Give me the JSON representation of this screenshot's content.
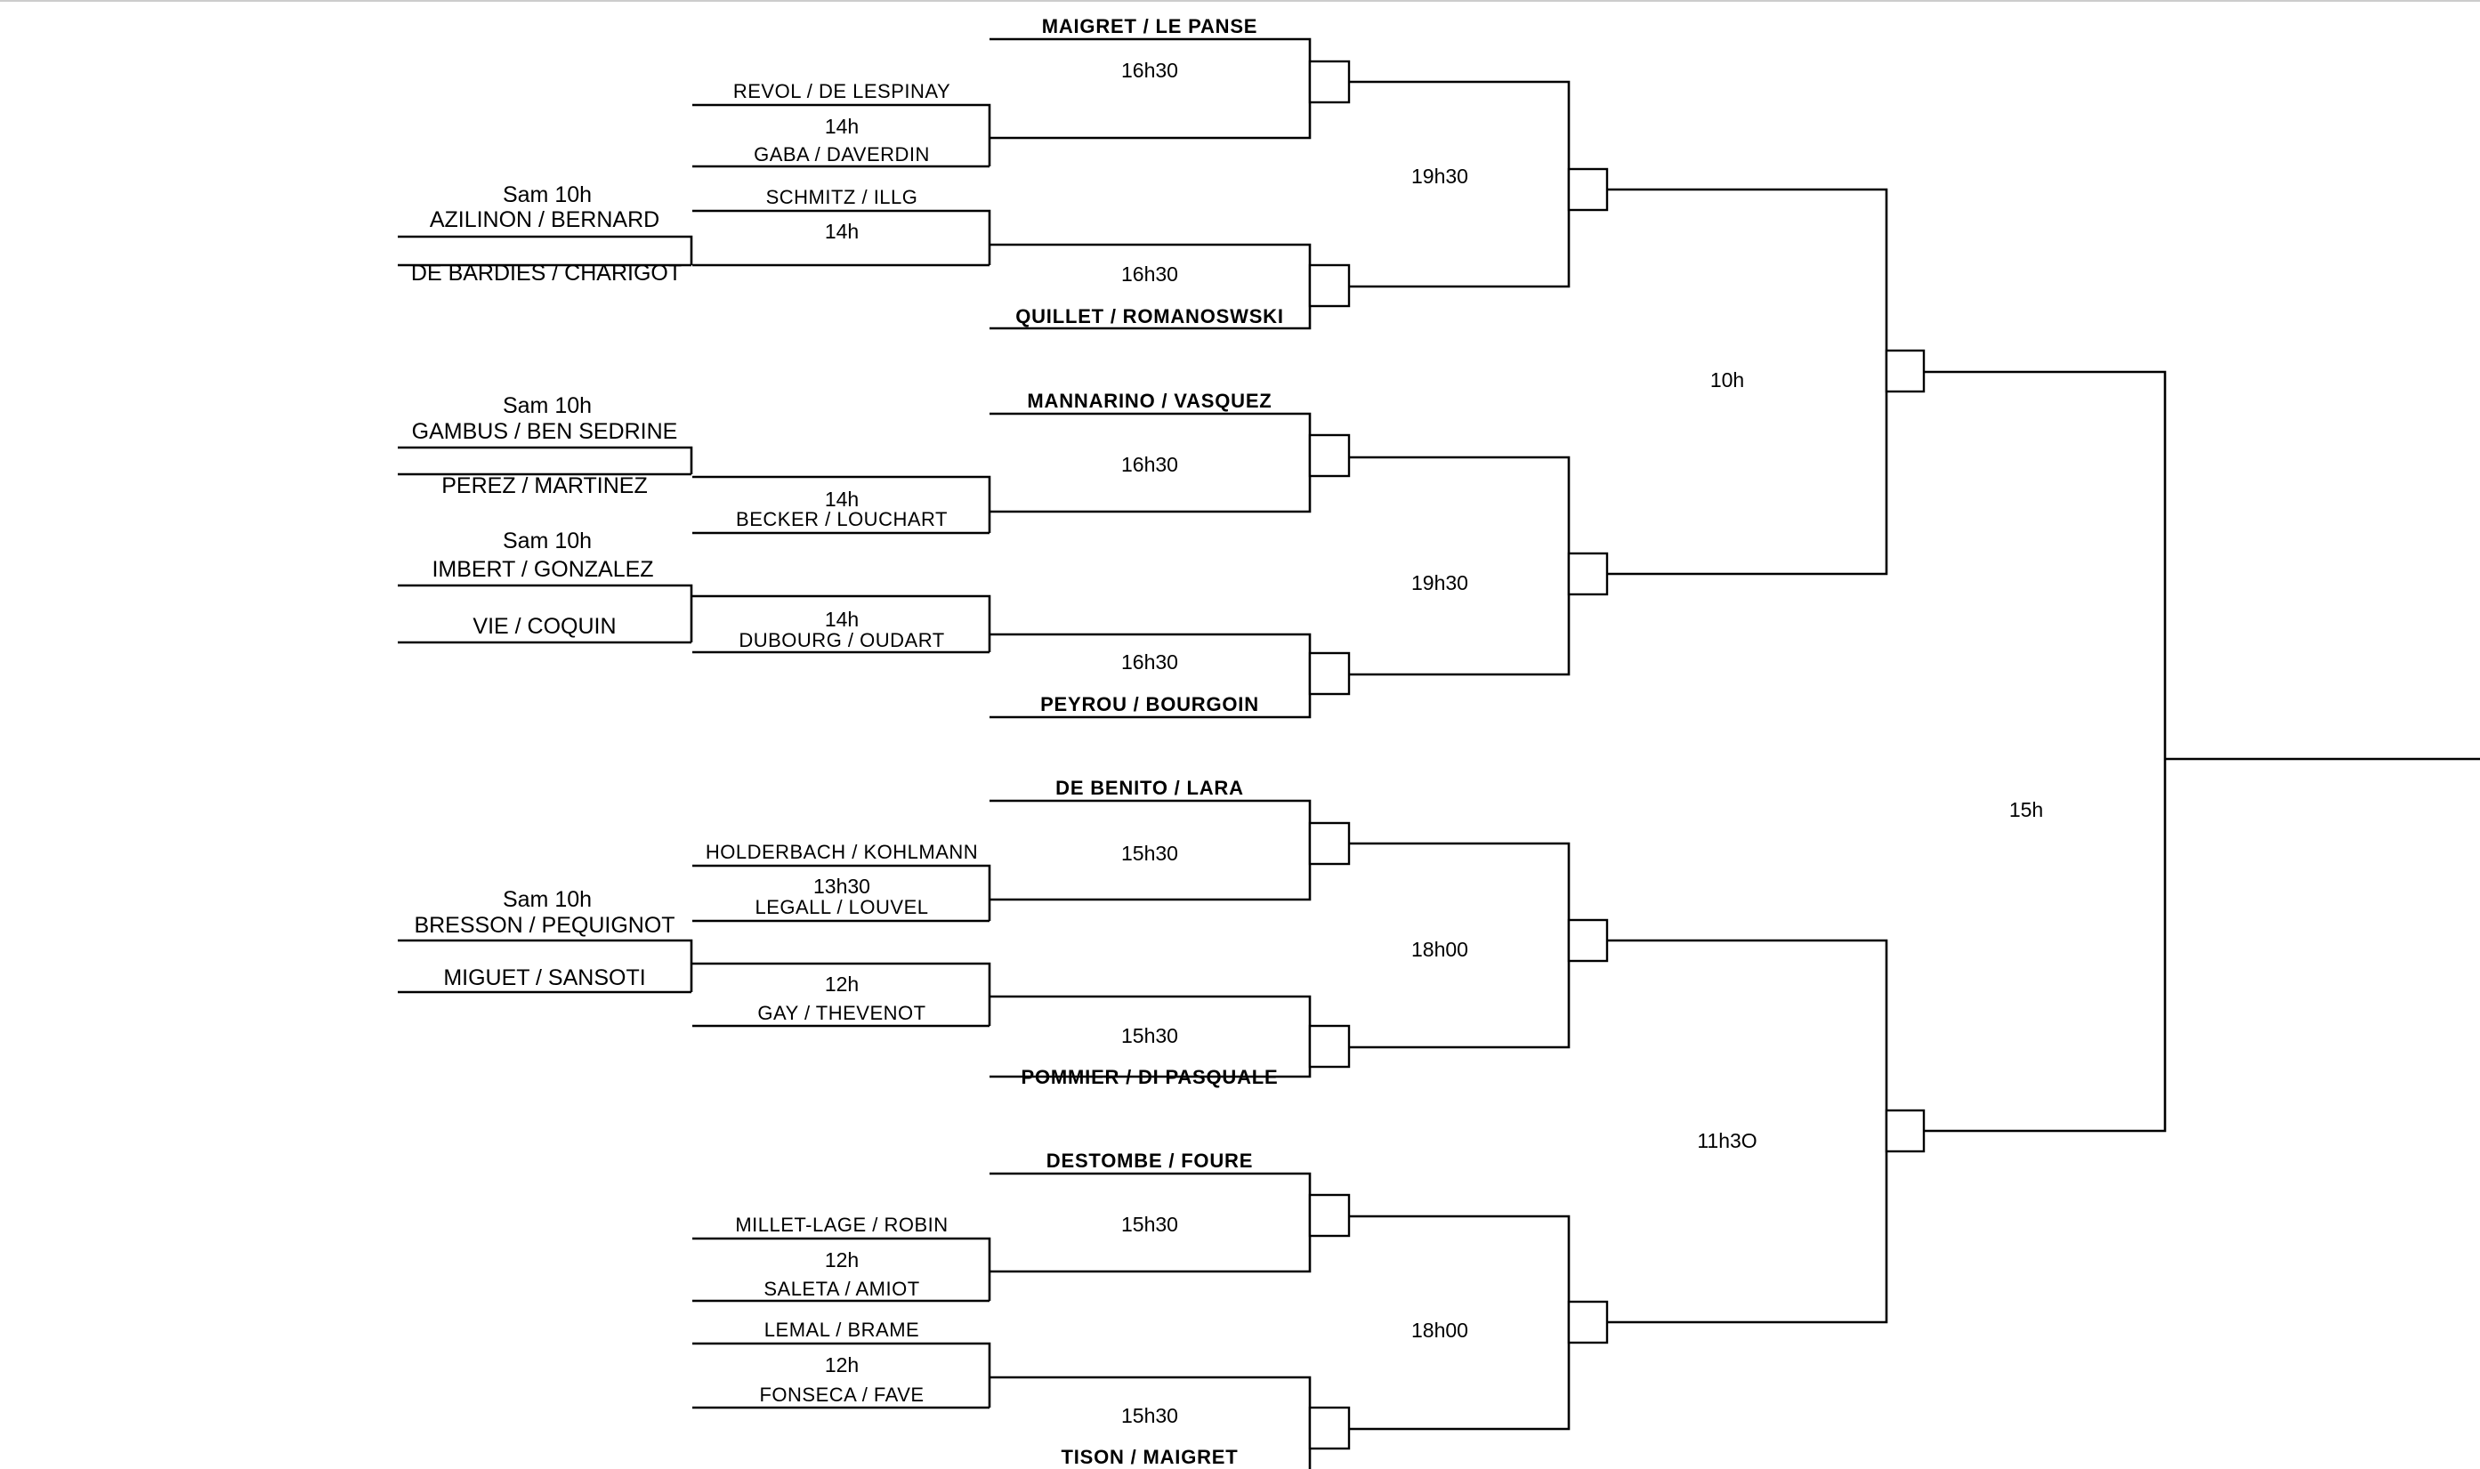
{
  "qualifying": [
    {
      "day": "Sam 10h",
      "top": "AZILINON / BERNARD",
      "bottom": "DE BARDIES / CHARIGOT"
    },
    {
      "day": "Sam 10h",
      "top": "GAMBUS / BEN SEDRINE",
      "bottom": "PEREZ / MARTINEZ"
    },
    {
      "day": "Sam 10h",
      "top": "IMBERT / GONZALEZ",
      "bottom": "VIE / COQUIN"
    },
    {
      "day": "Sam 10h",
      "top": "BRESSON / PEQUIGNOT",
      "bottom": "MIGUET / SANSOTI"
    }
  ],
  "round1": [
    {
      "top": "REVOL / DE LESPINAY",
      "time": "14h",
      "bottom": "GABA / DAVERDIN"
    },
    {
      "top": "SCHMITZ / ILLG",
      "time": "14h",
      "bottom": ""
    },
    {
      "top": "",
      "time": "14h",
      "bottom": "BECKER / LOUCHART"
    },
    {
      "top": "",
      "time": "14h",
      "bottom": "DUBOURG / OUDART"
    },
    {
      "top": "HOLDERBACH / KOHLMANN",
      "time": "13h30",
      "bottom": "LEGALL / LOUVEL"
    },
    {
      "top": "",
      "time": "12h",
      "bottom": "GAY / THEVENOT"
    },
    {
      "top": "MILLET-LAGE / ROBIN",
      "time": "12h",
      "bottom": "SALETA / AMIOT"
    },
    {
      "top": "LEMAL / BRAME",
      "time": "12h",
      "bottom": "FONSECA / FAVE"
    }
  ],
  "round2": [
    {
      "seed": "MAIGRET / LE PANSE",
      "time": "16h30"
    },
    {
      "seed": "QUILLET / ROMANOSWSKI",
      "time": "16h30"
    },
    {
      "seed": "MANNARINO / VASQUEZ",
      "time": "16h30"
    },
    {
      "seed": "PEYROU / BOURGOIN",
      "time": "16h30"
    },
    {
      "seed": "DE BENITO / LARA",
      "time": "15h30"
    },
    {
      "seed": "POMMIER / DI PASQUALE",
      "time": "15h30"
    },
    {
      "seed": "DESTOMBE / FOURE",
      "time": "15h30"
    },
    {
      "seed": "TISON / MAIGRET",
      "time": "15h30"
    }
  ],
  "quarter_times": [
    "19h30",
    "19h30",
    "18h00",
    "18h00"
  ],
  "semi_times": [
    "10h",
    "11h3O"
  ],
  "final_time": "15h"
}
